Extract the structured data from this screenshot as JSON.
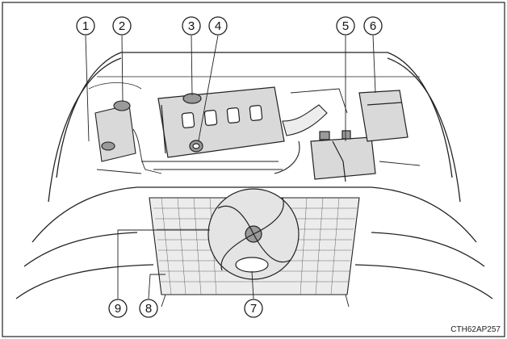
{
  "callouts": [
    {
      "label": "1"
    },
    {
      "label": "2"
    },
    {
      "label": "3"
    },
    {
      "label": "4"
    },
    {
      "label": "5"
    },
    {
      "label": "6"
    },
    {
      "label": "7"
    },
    {
      "label": "8"
    },
    {
      "label": "9"
    }
  ],
  "image_code": "CTH62AP257",
  "colors": {
    "line": "#222222",
    "fill_gray": "#d9d9d9",
    "fill_dark": "#9a9a9a",
    "background": "#ffffff"
  }
}
